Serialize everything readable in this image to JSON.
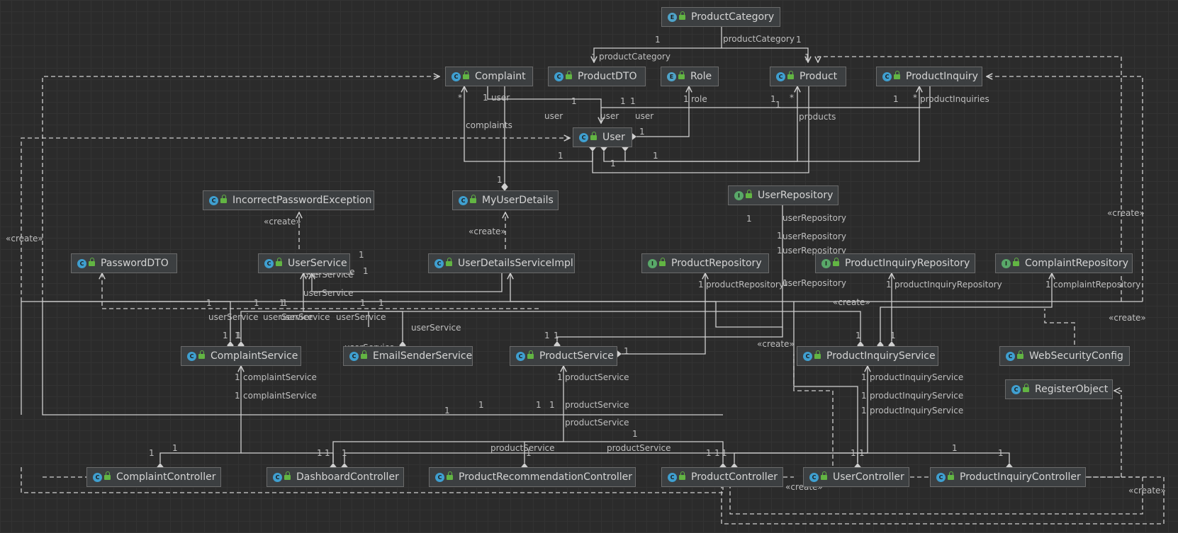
{
  "colors": {
    "background": "#2b2b2b",
    "node_fill": "#3c3f41",
    "node_border": "#6b6b6b",
    "edge": "#d0d0d0",
    "label": "#bfbfbf",
    "class_icon": "#3f9fd0",
    "enum_icon": "#4fa3c9",
    "interface_icon": "#59a869",
    "visibility_public": "#62b543"
  },
  "nodes": [
    {
      "id": "ProductCategory",
      "label": "ProductCategory",
      "kind": "E",
      "icon": "enum-icon"
    },
    {
      "id": "Complaint",
      "label": "Complaint",
      "kind": "C",
      "icon": "class-icon"
    },
    {
      "id": "ProductDTO",
      "label": "ProductDTO",
      "kind": "C",
      "icon": "class-icon"
    },
    {
      "id": "Role",
      "label": "Role",
      "kind": "E",
      "icon": "enum-icon"
    },
    {
      "id": "Product",
      "label": "Product",
      "kind": "C",
      "icon": "class-icon"
    },
    {
      "id": "ProductInquiry",
      "label": "ProductInquiry",
      "kind": "C",
      "icon": "class-icon"
    },
    {
      "id": "User",
      "label": "User",
      "kind": "C",
      "icon": "class-icon"
    },
    {
      "id": "IncorrectPasswordException",
      "label": "IncorrectPasswordException",
      "kind": "C",
      "icon": "class-icon"
    },
    {
      "id": "MyUserDetails",
      "label": "MyUserDetails",
      "kind": "C",
      "icon": "class-icon"
    },
    {
      "id": "UserRepository",
      "label": "UserRepository",
      "kind": "I",
      "icon": "interface-icon"
    },
    {
      "id": "PasswordDTO",
      "label": "PasswordDTO",
      "kind": "C",
      "icon": "class-icon"
    },
    {
      "id": "UserService",
      "label": "UserService",
      "kind": "C",
      "icon": "class-icon"
    },
    {
      "id": "UserDetailsServiceImpl",
      "label": "UserDetailsServiceImpl",
      "kind": "C",
      "icon": "class-icon"
    },
    {
      "id": "ProductRepository",
      "label": "ProductRepository",
      "kind": "I",
      "icon": "interface-icon"
    },
    {
      "id": "ProductInquiryRepository",
      "label": "ProductInquiryRepository",
      "kind": "I",
      "icon": "interface-icon"
    },
    {
      "id": "ComplaintRepository",
      "label": "ComplaintRepository",
      "kind": "I",
      "icon": "interface-icon"
    },
    {
      "id": "ComplaintService",
      "label": "ComplaintService",
      "kind": "C",
      "icon": "class-icon"
    },
    {
      "id": "EmailSenderService",
      "label": "EmailSenderService",
      "kind": "C",
      "icon": "class-icon"
    },
    {
      "id": "ProductService",
      "label": "ProductService",
      "kind": "C",
      "icon": "class-icon"
    },
    {
      "id": "ProductInquiryService",
      "label": "ProductInquiryService",
      "kind": "C",
      "icon": "class-icon"
    },
    {
      "id": "WebSecurityConfig",
      "label": "WebSecurityConfig",
      "kind": "C",
      "icon": "class-icon"
    },
    {
      "id": "RegisterObject",
      "label": "RegisterObject",
      "kind": "C",
      "icon": "class-icon"
    },
    {
      "id": "ComplaintController",
      "label": "ComplaintController",
      "kind": "C",
      "icon": "class-icon"
    },
    {
      "id": "DashboardController",
      "label": "DashboardController",
      "kind": "C",
      "icon": "class-icon"
    },
    {
      "id": "ProductRecommendationController",
      "label": "ProductRecommendationController",
      "kind": "C",
      "icon": "class-icon"
    },
    {
      "id": "ProductController",
      "label": "ProductController",
      "kind": "C",
      "icon": "class-icon"
    },
    {
      "id": "UserController",
      "label": "UserController",
      "kind": "C",
      "icon": "class-icon"
    },
    {
      "id": "ProductInquiryController",
      "label": "ProductInquiryController",
      "kind": "C",
      "icon": "class-icon"
    }
  ],
  "edge_labels": [
    "1",
    "productCategory",
    "1",
    "1",
    "productCategory",
    "1",
    "*",
    "1",
    "user",
    "user",
    "1",
    "user",
    "1",
    "1",
    "user",
    "1",
    "role",
    "1",
    "*",
    "products",
    "1",
    "*",
    "productInquiries",
    "complaints",
    "1",
    "1",
    "1",
    "1",
    "«create»",
    "1",
    "1",
    "userRepository",
    "1",
    "userRepository",
    "1",
    "userRepository",
    "1",
    "userRepository",
    "«create»",
    "«create»",
    "1",
    "userService",
    "1",
    "userService",
    "userService",
    "1",
    "productRepository",
    "1",
    "productInquiryRepository",
    "1",
    "complaintRepository",
    "«create»",
    "«create»",
    "«create»",
    "1",
    "1",
    "1",
    "1",
    "1",
    "1",
    "userService",
    "userService",
    "userService",
    "userService",
    "1",
    "userService",
    "userService",
    "1",
    "1",
    "1",
    "1",
    "1",
    "1",
    "1",
    "1",
    "«create»",
    "1",
    "complaintService",
    "1",
    "complaintService",
    "1",
    "productService",
    "1",
    "productInquiryService",
    "1",
    "productInquiryService",
    "1",
    "productInquiryService",
    "1",
    "1",
    "1",
    "1",
    "productService",
    "productService",
    "1",
    "1",
    "productService",
    "productService",
    "1",
    "1",
    "1",
    "1",
    "1",
    "1",
    "1",
    "1",
    "1",
    "1",
    "1",
    "1",
    "«create»",
    "«create»"
  ]
}
